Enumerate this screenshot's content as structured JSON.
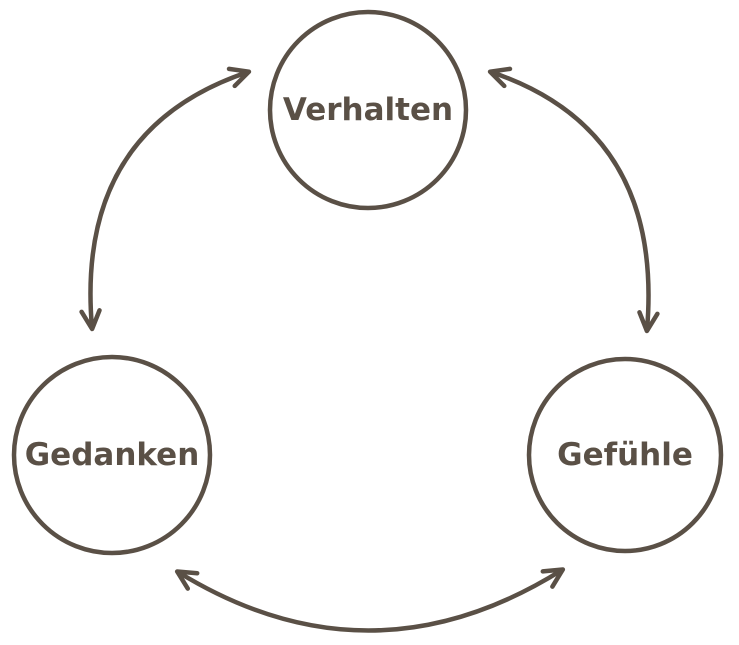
{
  "diagram": {
    "type": "cycle",
    "nodes": [
      {
        "id": "verhalten",
        "label": "Verhalten"
      },
      {
        "id": "gedanken",
        "label": "Gedanken"
      },
      {
        "id": "gefuehle",
        "label": "Gefühle"
      }
    ],
    "edges": [
      {
        "from": "gedanken",
        "to": "verhalten",
        "bidirectional": true
      },
      {
        "from": "verhalten",
        "to": "gefuehle",
        "bidirectional": true
      },
      {
        "from": "gedanken",
        "to": "gefuehle",
        "bidirectional": true
      }
    ]
  },
  "theme": {
    "stroke": "#5a5046",
    "bg": "#ffffff"
  }
}
